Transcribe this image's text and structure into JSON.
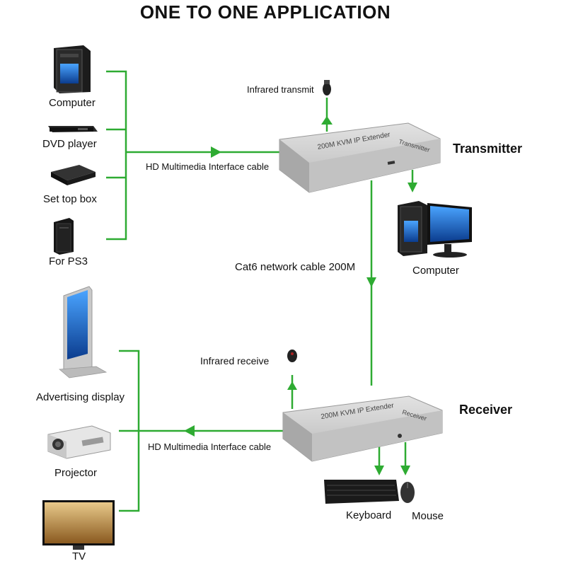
{
  "title": "ONE TO ONE APPLICATION",
  "sources": [
    "Computer",
    "DVD player",
    "Set top box",
    "For PS3"
  ],
  "displays": [
    "Advertising display",
    "Projector",
    "TV"
  ],
  "cables": {
    "hdmi_in": "HD Multimedia Interface cable",
    "hdmi_out": "HD Multimedia Interface cable",
    "network": "Cat6 network cable 200M",
    "ir_transmit": "Infrared transmit",
    "ir_receive": "Infrared receive"
  },
  "transmitter": {
    "heading": "Transmitter",
    "device_text": "200M KVM IP Extender",
    "side_text": "Transmitter"
  },
  "receiver": {
    "heading": "Receiver",
    "device_text": "200M KVM IP Extender",
    "side_text": "Receiver"
  },
  "transmitter_outputs": [
    "Computer"
  ],
  "receiver_outputs": [
    "Keyboard",
    "Mouse"
  ],
  "colors": {
    "line": "#2eab32",
    "device": "#c9c9c9",
    "device_dark": "#a6a6a6"
  }
}
